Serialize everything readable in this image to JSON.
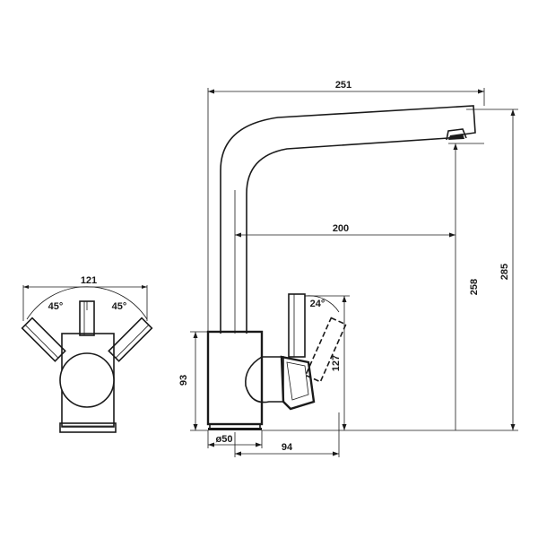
{
  "dimensions": {
    "side_width": "121",
    "left_angle": "45°",
    "right_angle": "45°",
    "overall_reach": "251",
    "spout_reach": "200",
    "spout_height": "258",
    "overall_height": "285",
    "lever_angle": "24°",
    "body_height": "93",
    "lever_height": "127",
    "base_diameter": "ø50",
    "lever_offset": "94"
  }
}
